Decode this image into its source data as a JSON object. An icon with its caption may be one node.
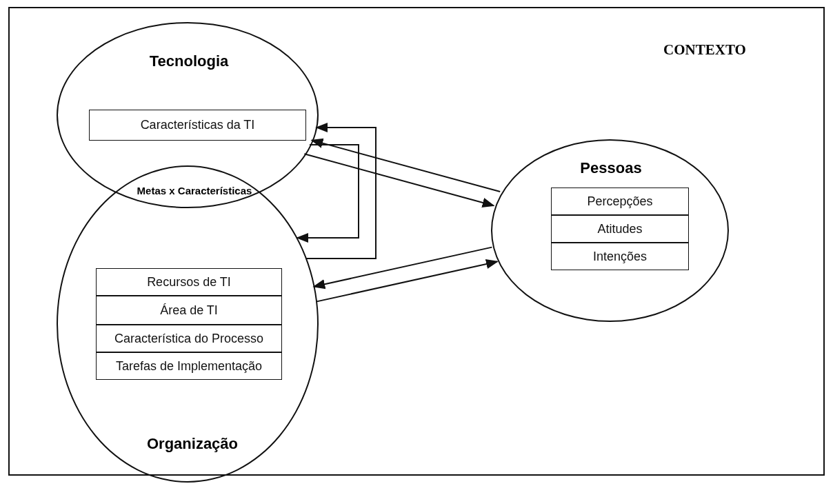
{
  "diagram": {
    "nodes": [
      {
        "text": [
          "CONTEXTO"
        ]
      },
      {
        "text": [
          "Tecnologia"
        ],
        "in": 0
      },
      {
        "text": [
          "Características da TI"
        ],
        "in": 1
      },
      {
        "text": [
          "Organização"
        ],
        "in": 0
      },
      {
        "text": [
          "Recursos de TI"
        ],
        "in": 3
      },
      {
        "text": [
          "Área de TI"
        ],
        "in": 3
      },
      {
        "text": [
          "Característica do Processo"
        ],
        "in": 3
      },
      {
        "text": [
          "Tarefas de Implementação"
        ],
        "in": 3
      },
      {
        "text": [
          "Pessoas"
        ],
        "in": 0
      },
      {
        "text": [
          "Percepções"
        ],
        "in": 8
      },
      {
        "text": [
          "Atitudes"
        ],
        "in": 8
      },
      {
        "text": [
          "Intenções"
        ],
        "in": 8
      }
    ],
    "edges": [
      {
        "from": 1,
        "to": 3,
        "arrow": "to"
      },
      {
        "from": 3,
        "to": 1,
        "arrow": "to"
      },
      {
        "from": 1,
        "to": 8,
        "arrow": "to"
      },
      {
        "from": 8,
        "to": 1,
        "arrow": "to"
      },
      {
        "from": 3,
        "to": 8,
        "arrow": "to"
      },
      {
        "from": 8,
        "to": 3,
        "arrow": "to"
      }
    ],
    "labels": [
      "Metas x Características"
    ]
  }
}
